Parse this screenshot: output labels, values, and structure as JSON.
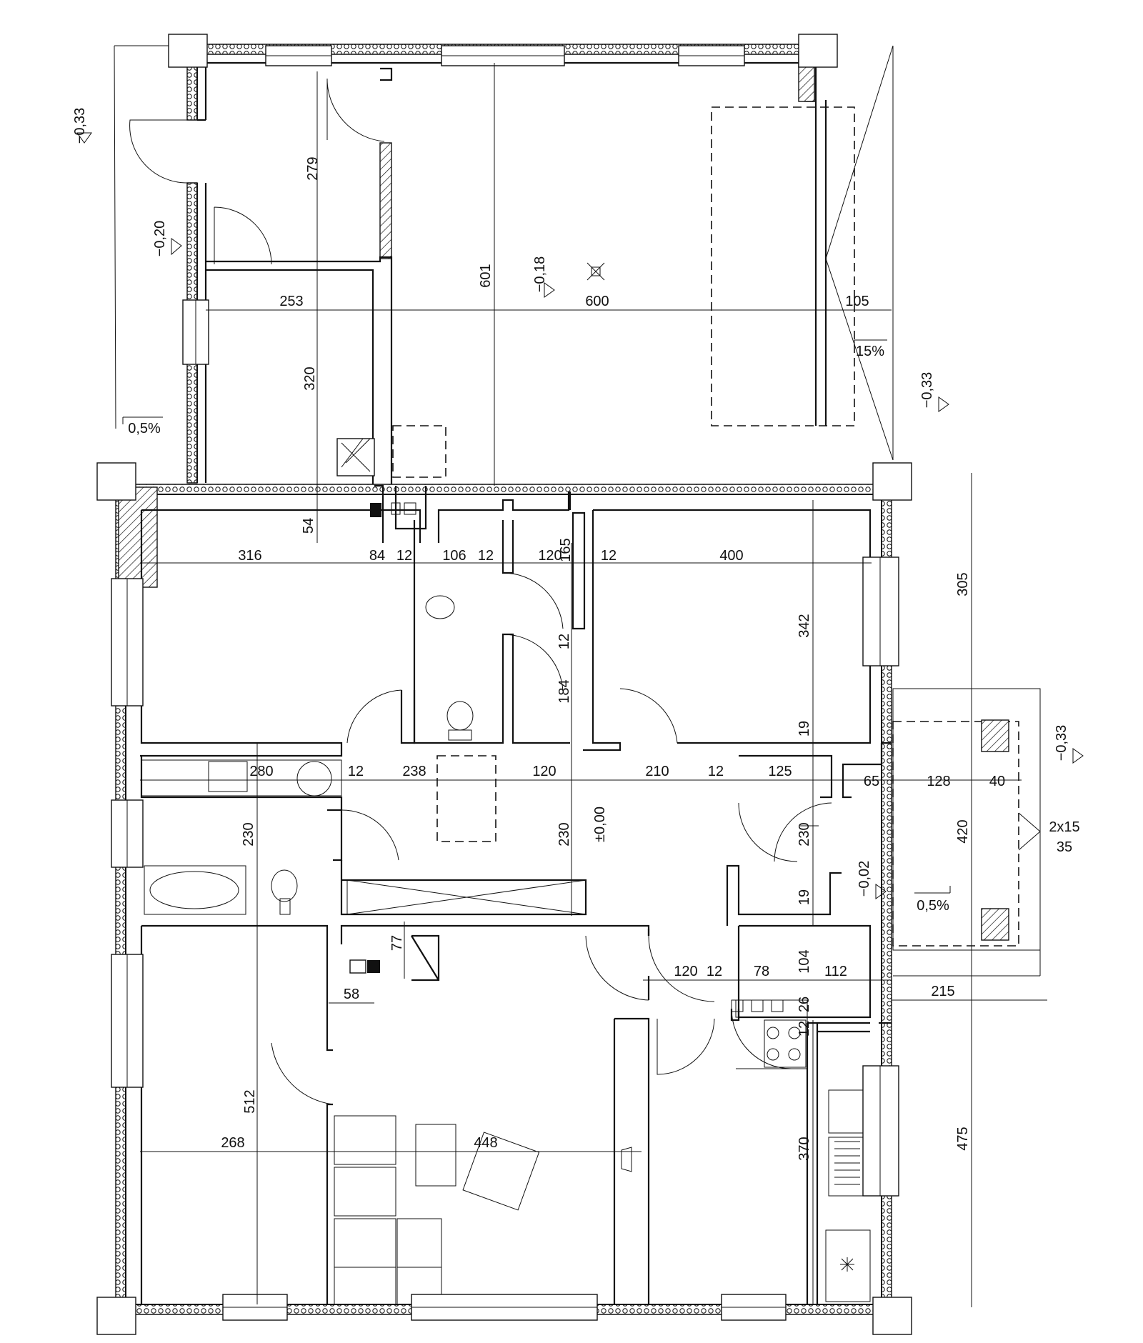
{
  "dimensions": [
    {
      "id": "d279",
      "text": "279"
    },
    {
      "id": "d601",
      "text": "601"
    },
    {
      "id": "d320",
      "text": "320"
    },
    {
      "id": "d253",
      "text": "253"
    },
    {
      "id": "d600",
      "text": "600"
    },
    {
      "id": "d105",
      "text": "105"
    },
    {
      "id": "d54",
      "text": "54"
    },
    {
      "id": "d316",
      "text": "316"
    },
    {
      "id": "d84",
      "text": "84"
    },
    {
      "id": "d12a",
      "text": "12"
    },
    {
      "id": "d106",
      "text": "106"
    },
    {
      "id": "d12b",
      "text": "12"
    },
    {
      "id": "d120a",
      "text": "120"
    },
    {
      "id": "d165",
      "text": "165"
    },
    {
      "id": "d12c",
      "text": "12"
    },
    {
      "id": "d400",
      "text": "400"
    },
    {
      "id": "d342",
      "text": "342"
    },
    {
      "id": "d305",
      "text": "305"
    },
    {
      "id": "d12v",
      "text": "12"
    },
    {
      "id": "d184",
      "text": "184"
    },
    {
      "id": "d19a",
      "text": "19"
    },
    {
      "id": "d280",
      "text": "280"
    },
    {
      "id": "d12d",
      "text": "12"
    },
    {
      "id": "d238",
      "text": "238"
    },
    {
      "id": "d120b",
      "text": "120"
    },
    {
      "id": "d210",
      "text": "210"
    },
    {
      "id": "d12e",
      "text": "12"
    },
    {
      "id": "d125",
      "text": "125"
    },
    {
      "id": "d65",
      "text": "65"
    },
    {
      "id": "d128",
      "text": "128"
    },
    {
      "id": "d40",
      "text": "40"
    },
    {
      "id": "d230a",
      "text": "230"
    },
    {
      "id": "d230b",
      "text": "230"
    },
    {
      "id": "d230c",
      "text": "230"
    },
    {
      "id": "d420",
      "text": "420"
    },
    {
      "id": "d19b",
      "text": "19"
    },
    {
      "id": "d77",
      "text": "77"
    },
    {
      "id": "d58",
      "text": "58"
    },
    {
      "id": "d120c",
      "text": "120"
    },
    {
      "id": "d12f",
      "text": "12"
    },
    {
      "id": "d78",
      "text": "78"
    },
    {
      "id": "d104",
      "text": "104"
    },
    {
      "id": "d112",
      "text": "112"
    },
    {
      "id": "d215",
      "text": "215"
    },
    {
      "id": "d26",
      "text": "26"
    },
    {
      "id": "d12g",
      "text": "12"
    },
    {
      "id": "d512",
      "text": "512"
    },
    {
      "id": "d268",
      "text": "268"
    },
    {
      "id": "d448",
      "text": "448"
    },
    {
      "id": "d370",
      "text": "370"
    },
    {
      "id": "d475",
      "text": "475"
    }
  ],
  "elevations": [
    {
      "id": "e033a",
      "text": "−0,33"
    },
    {
      "id": "e020",
      "text": "−0,20"
    },
    {
      "id": "e018",
      "text": "−0,18"
    },
    {
      "id": "e033b",
      "text": "−0,33"
    },
    {
      "id": "e033c",
      "text": "−0,33"
    },
    {
      "id": "e000",
      "text": "±0,00"
    },
    {
      "id": "e002",
      "text": "−0,02"
    }
  ],
  "slopes": [
    {
      "id": "s05a",
      "text": "0,5%"
    },
    {
      "id": "s15",
      "text": "15%"
    },
    {
      "id": "s05b",
      "text": "0,5%"
    }
  ],
  "stairs": {
    "line1": "2x15",
    "line2": "35"
  }
}
